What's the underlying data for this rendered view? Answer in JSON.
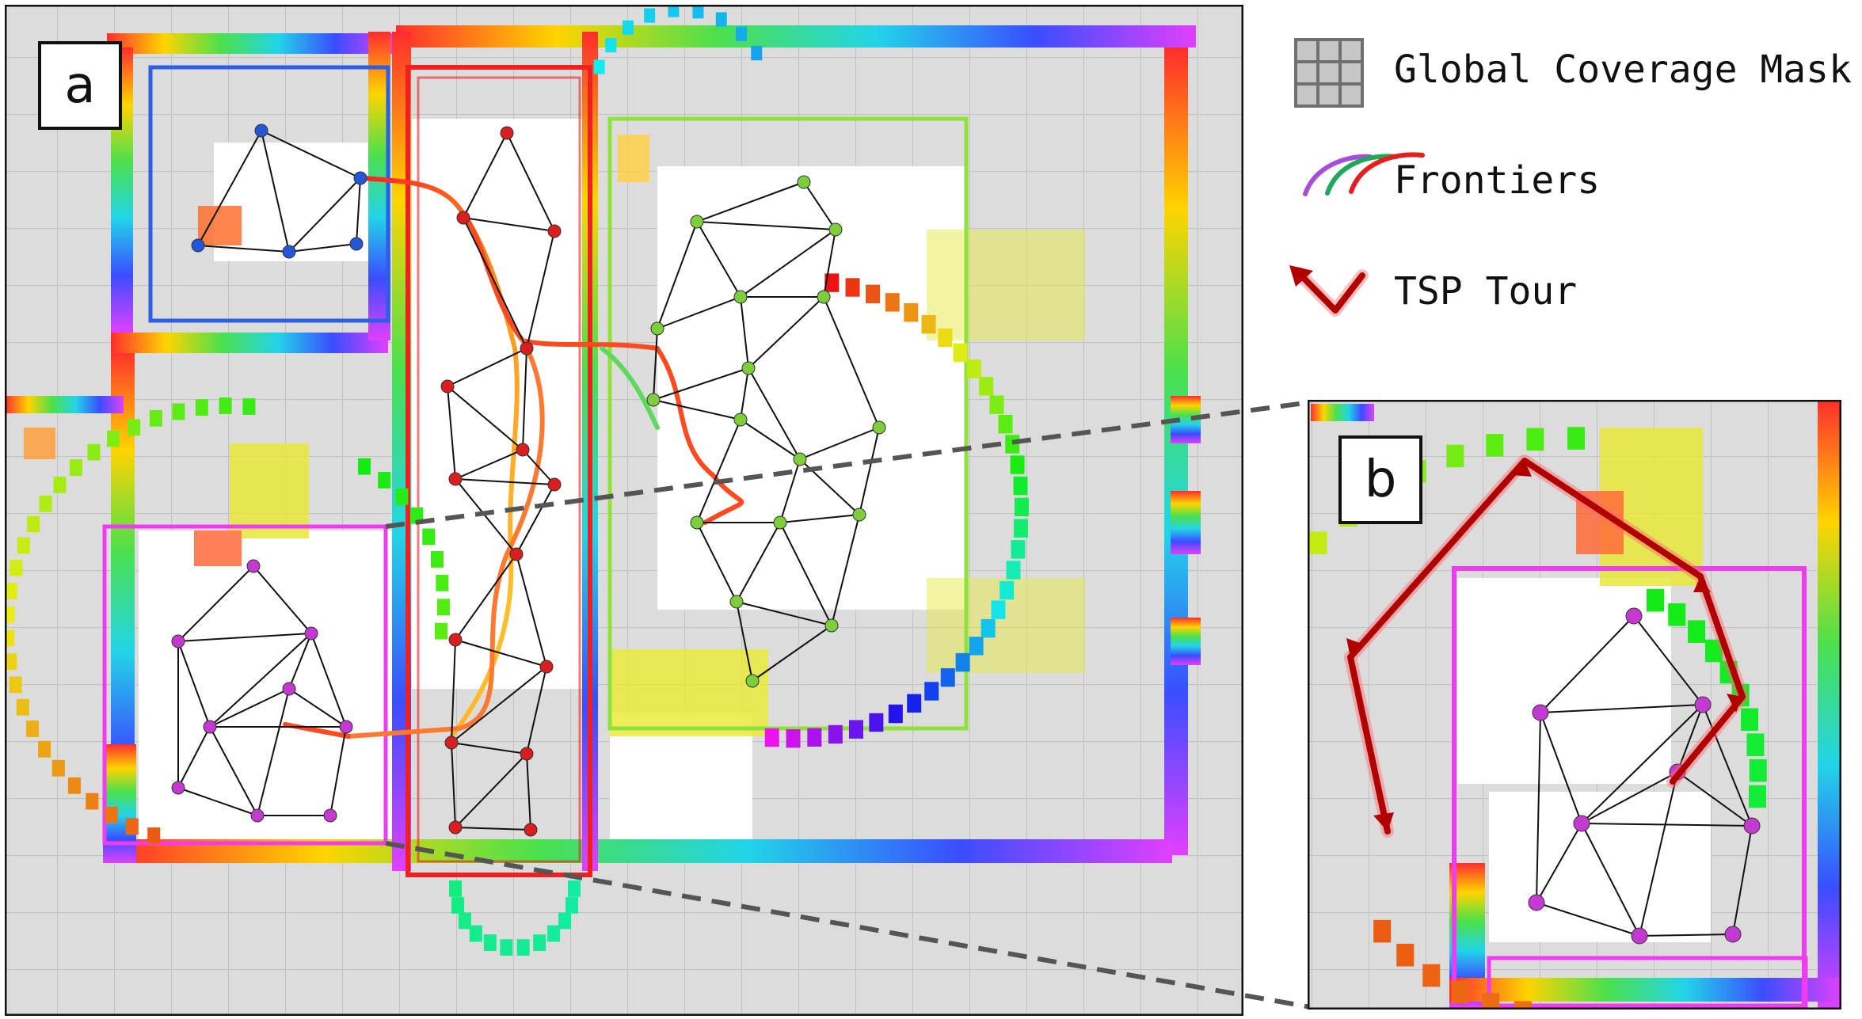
{
  "panels": {
    "a": {
      "label": "a"
    },
    "b": {
      "label": "b"
    }
  },
  "legend": {
    "items": [
      {
        "label": "Global Coverage Mask",
        "icon": "grid-icon"
      },
      {
        "label": "Frontiers",
        "icon": "frontier-arcs-icon"
      },
      {
        "label": "TSP Tour",
        "icon": "tsp-arrow-icon"
      }
    ]
  },
  "colors": {
    "grid_fill": "#dcdcdc",
    "grid_line": "#bdbdbd",
    "room_blue": "#2e5ee6",
    "room_red": "#ee2020",
    "room_green": "#8fe23a",
    "room_magenta": "#f03cf0",
    "node_blue": "#2456d8",
    "node_red": "#d81e1e",
    "node_green": "#7ccf3a",
    "node_magenta": "#c43ad0",
    "tsp_red": "#b00000"
  }
}
